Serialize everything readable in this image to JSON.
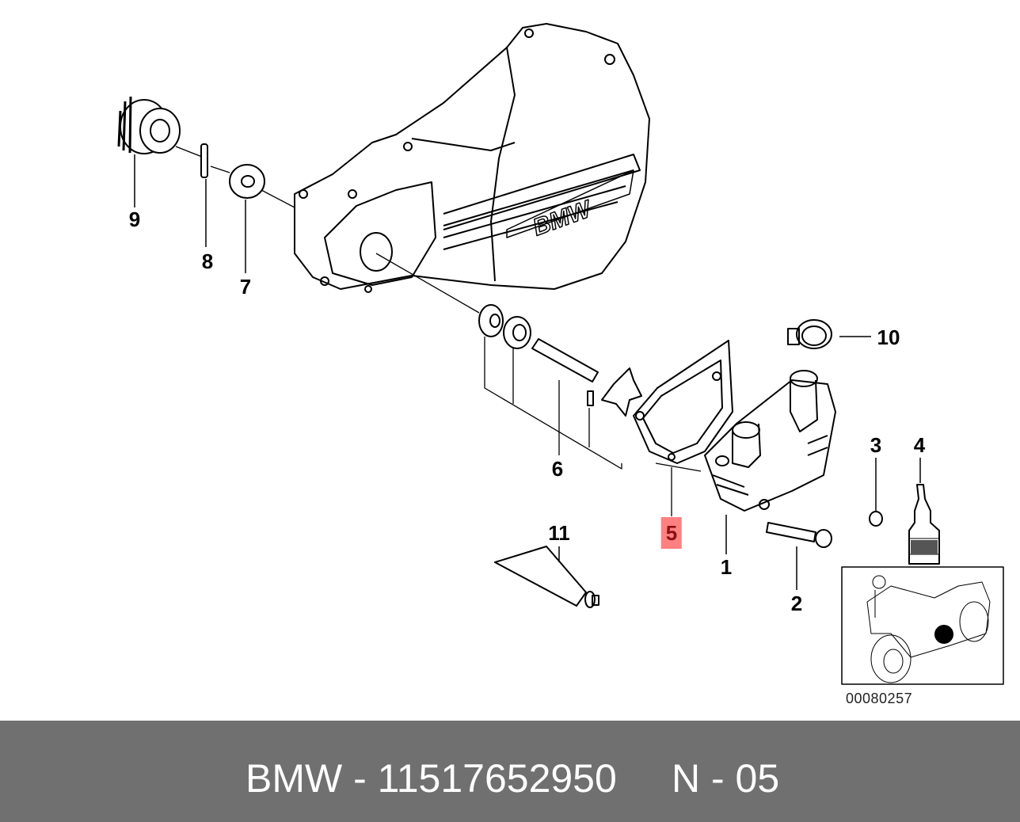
{
  "callouts": {
    "c1": "1",
    "c2": "2",
    "c3": "3",
    "c4": "4",
    "c5": "5",
    "c6": "6",
    "c7": "7",
    "c8": "8",
    "c9": "9",
    "c10": "10",
    "c11": "11"
  },
  "highlighted_callout": "5",
  "highlight_color": "#ff8080",
  "diagram_code": "00080257",
  "housing_logo": "BMW",
  "footer": {
    "part_text": "BMW - 11517652950",
    "position_text": "N - 05"
  }
}
